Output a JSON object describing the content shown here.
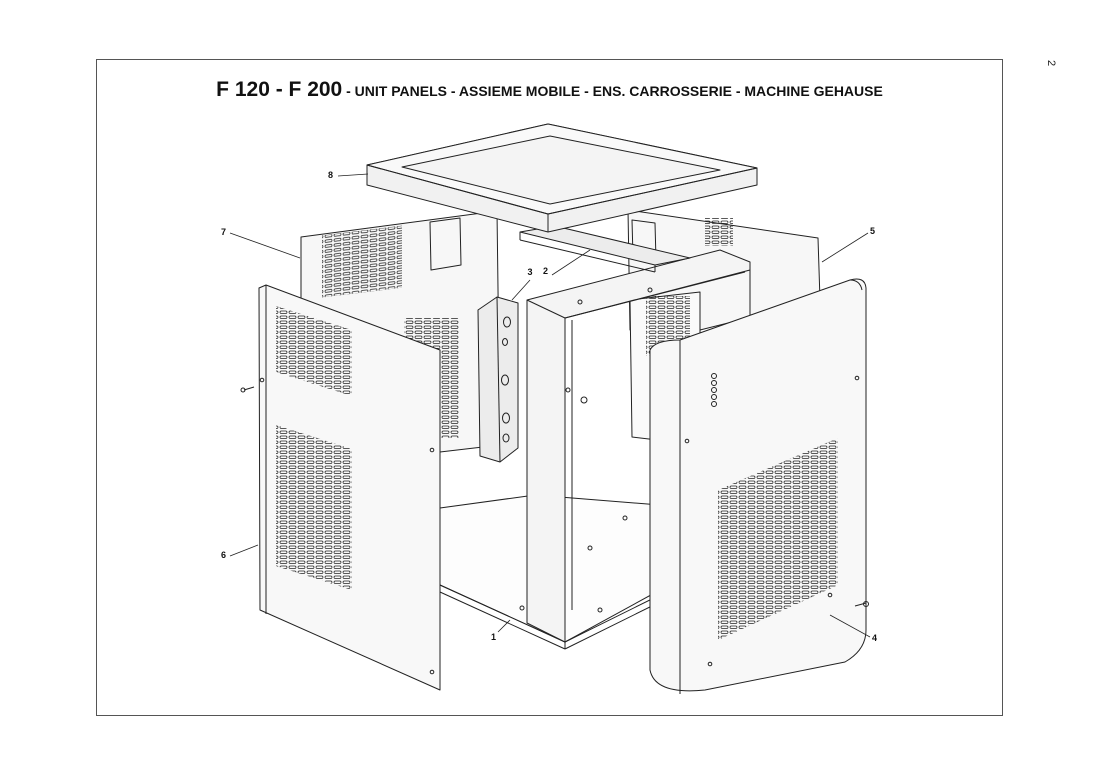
{
  "page_number": "2",
  "title": {
    "main": "F 120 - F 200",
    "sub": " - UNIT PANELS - ASSIEME MOBILE - ENS. CARROSSERIE - MACHINE GEHAUSE"
  },
  "callouts": [
    "1",
    "2",
    "3",
    "4",
    "5",
    "6",
    "7",
    "8"
  ]
}
